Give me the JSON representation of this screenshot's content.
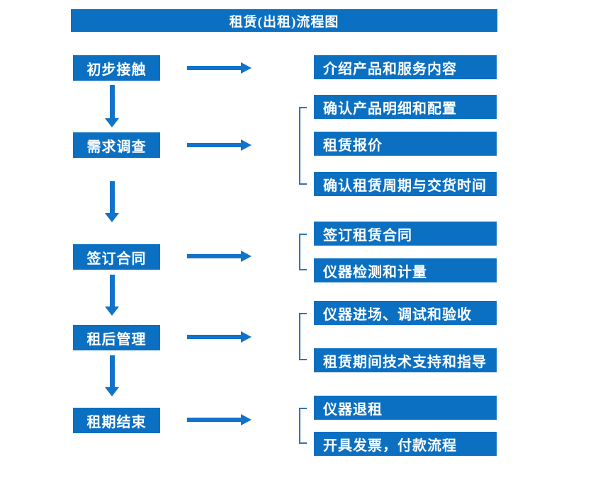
{
  "title": "租赁(出租)流程图",
  "colors": {
    "box_blue": "#0c70c2",
    "arrow_blue": "#1173ca",
    "bracket_blue": "#2e75b6",
    "text_white": "#ffffff",
    "page_bg": "#ffffff"
  },
  "steps": [
    {
      "label": "初步接触",
      "outputs": [
        "介绍产品和服务内容"
      ]
    },
    {
      "label": "需求调查",
      "outputs": [
        "确认产品明细和配置",
        "租赁报价",
        "确认租赁周期与交货时间"
      ]
    },
    {
      "label": "签订合同",
      "outputs": [
        "签订租赁合同",
        "仪器检测和计量"
      ]
    },
    {
      "label": "租后管理",
      "outputs": [
        "仪器进场、调试和验收",
        "租赁期间技术支持和指导"
      ]
    },
    {
      "label": "租期结束",
      "outputs": [
        "仪器退租",
        "开具发票，付款流程"
      ]
    }
  ]
}
